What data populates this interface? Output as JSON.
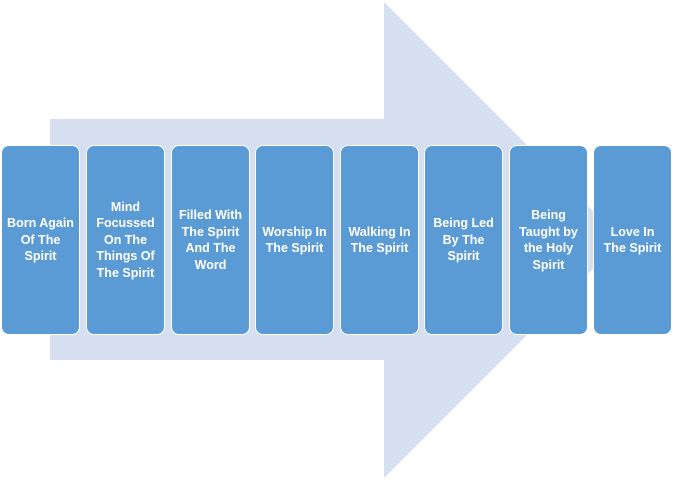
{
  "diagram": {
    "arrow_color": "#d5dff0",
    "box_color": "#5b9bd5",
    "steps": [
      {
        "label": "Born Again Of The Spirit"
      },
      {
        "label": "Mind Focussed On The Things Of The Spirit"
      },
      {
        "label": "Filled With The Spirit And The Word"
      },
      {
        "label": "Worship In The Spirit"
      },
      {
        "label": "Walking In The Spirit"
      },
      {
        "label": "Being Led By The Spirit"
      },
      {
        "label": "Being Taught by the Holy Spirit"
      },
      {
        "label": "Love In The Spirit"
      }
    ]
  }
}
